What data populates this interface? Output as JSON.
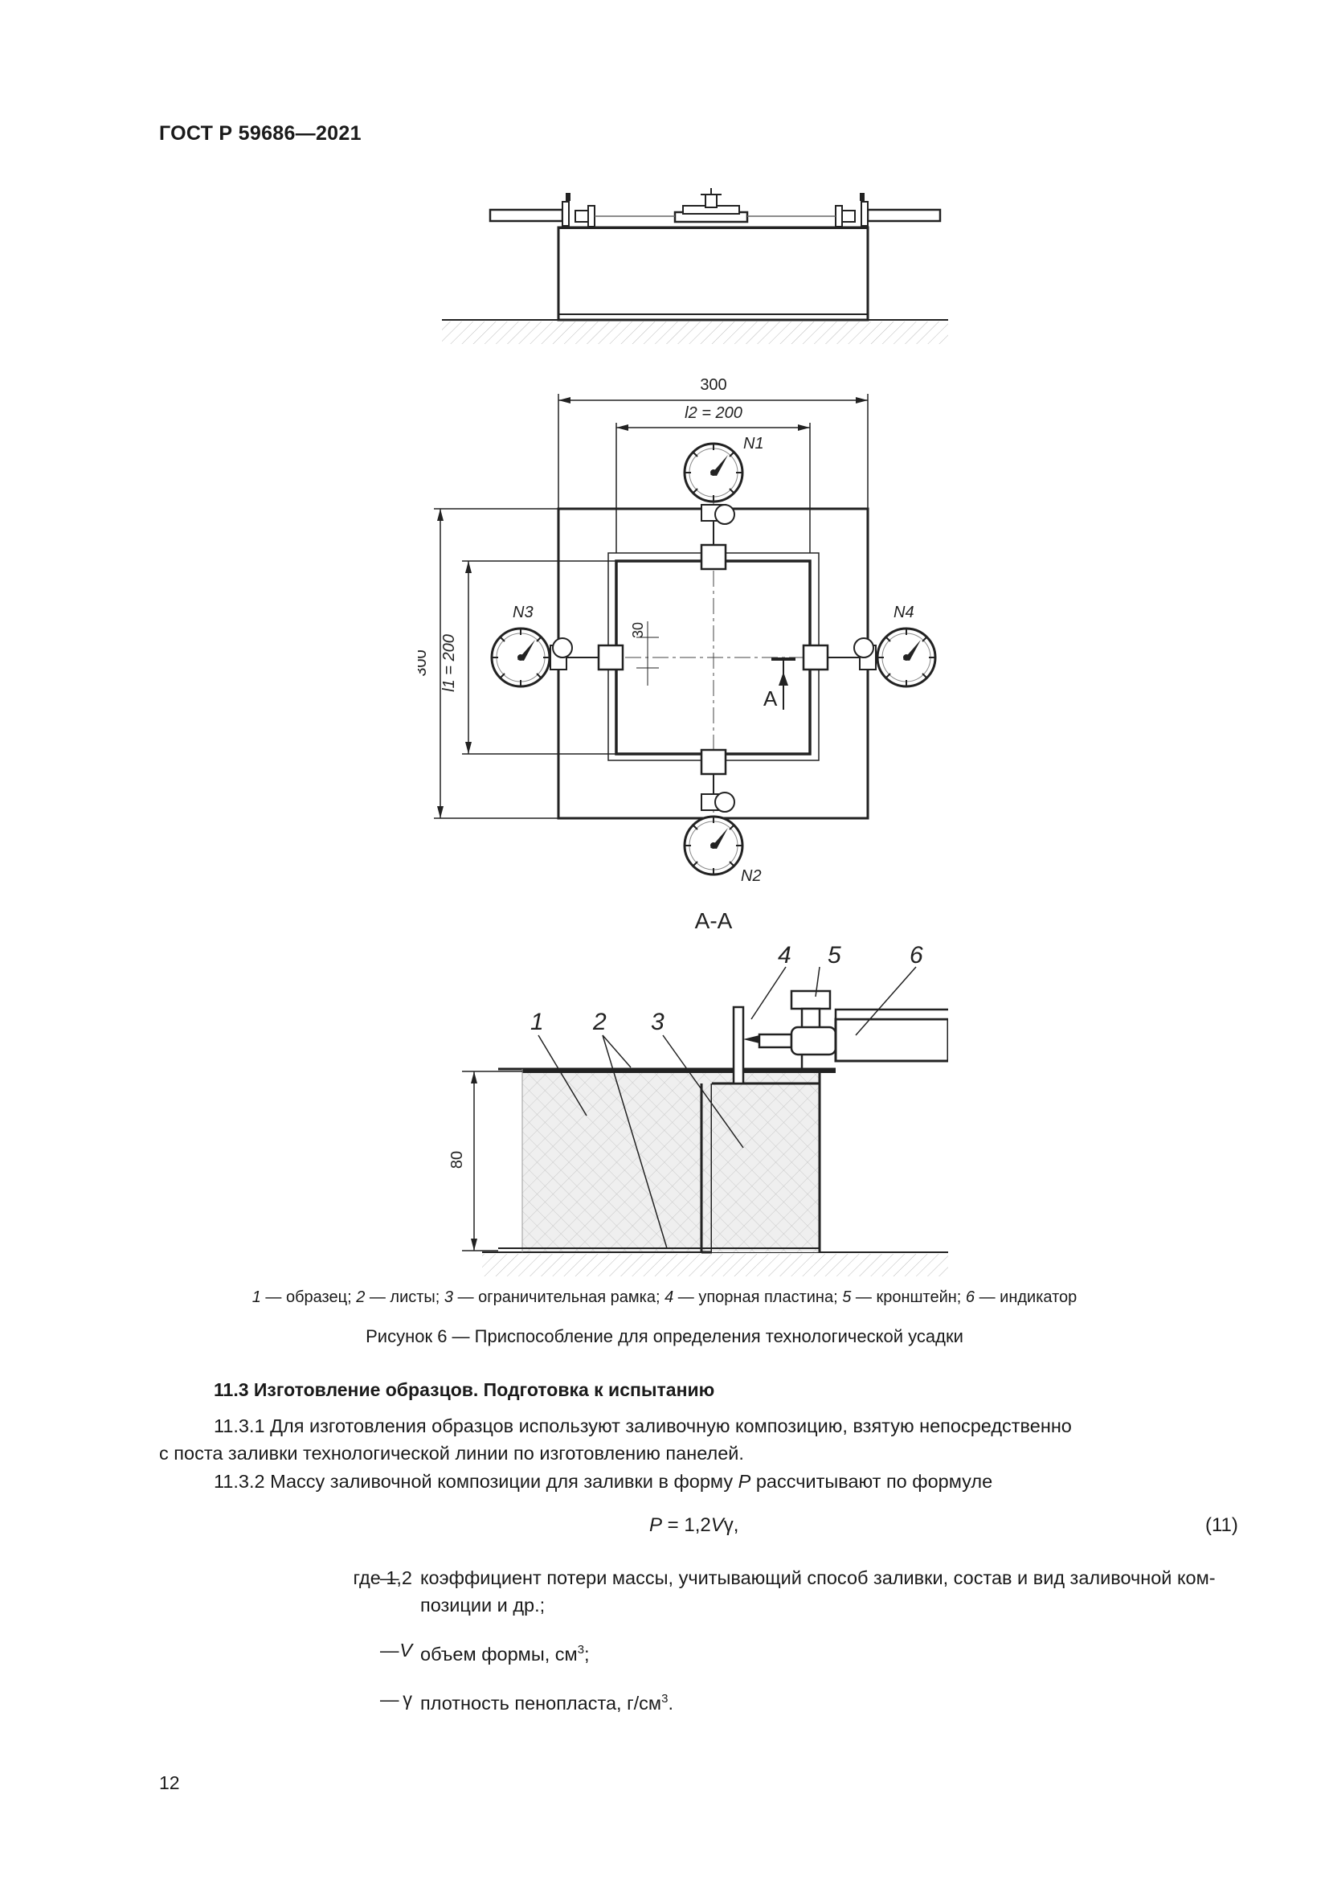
{
  "header": {
    "doc_id": "ГОСТ Р 59686—2021"
  },
  "figure": {
    "dim_300_top": "300",
    "dim_l2": "l2 = 200",
    "dim_300_left": "300",
    "dim_l1": "l1 = 200",
    "dim_30": "30",
    "gauge_n1": "N1",
    "gauge_n2": "N2",
    "gauge_n3": "N3",
    "gauge_n4": "N4",
    "section_mark": "A",
    "section_title": "А-А",
    "dim_80": "80",
    "callouts": [
      "1",
      "2",
      "3",
      "4",
      "5",
      "6"
    ]
  },
  "legend": {
    "items": [
      {
        "num": "1",
        "text": " — образец; "
      },
      {
        "num": "2",
        "text": " — листы; "
      },
      {
        "num": "3",
        "text": " — ограничительная рамка; "
      },
      {
        "num": "4",
        "text": " — упорная пластина; "
      },
      {
        "num": "5",
        "text": " — кронштейн; "
      },
      {
        "num": "6",
        "text": " — индикатор"
      }
    ]
  },
  "caption": "Рисунок 6 — Приспособление для определения технологической усадки",
  "section": {
    "title": "11.3 Изготовление образцов. Подготовка к испытанию",
    "p1_line1": "11.3.1  Для изготовления образцов используют заливочную композицию, взятую непосредственно",
    "p1_line2": "с поста заливки технологической линии по изготовлению панелей.",
    "p2_prefix": "11.3.2  Массу заливочной композиции для заливки в форму ",
    "p2_var": "P",
    "p2_suffix": " рассчитывают по формуле"
  },
  "formula": {
    "lhs": "P",
    "rhs_prefix": " = 1,2",
    "rhs_var": "V",
    "rhs_suffix": "γ,",
    "number": "(11)"
  },
  "definitions": [
    {
      "term": "где 1,2",
      "line1": "коэффициент потери массы, учитывающий способ заливки, состав и вид заливочной ком-",
      "line2": "позиции и др.;"
    },
    {
      "term": "V",
      "text_prefix": "объем формы, см",
      "sup": "3",
      "text_suffix": ";"
    },
    {
      "term": "γ",
      "text_prefix": "плотность пенопласта, г/см",
      "sup": "3",
      "text_suffix": "."
    }
  ],
  "page_number": "12"
}
